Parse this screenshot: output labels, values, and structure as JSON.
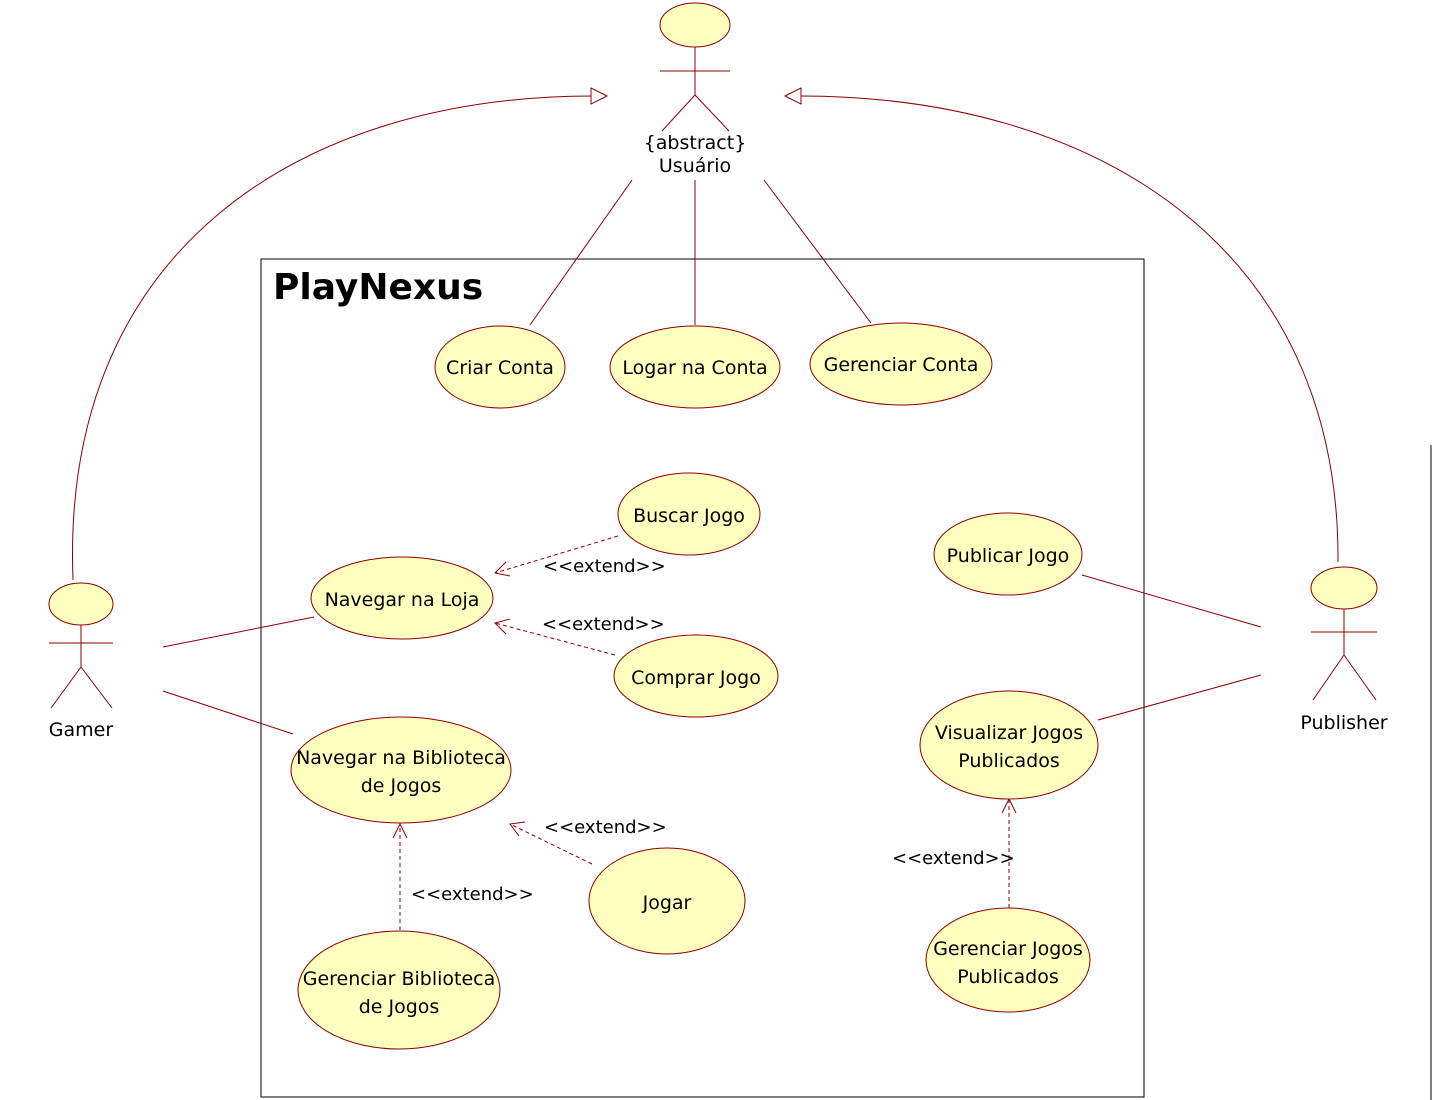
{
  "system": {
    "name": "PlayNexus"
  },
  "actors": {
    "usuario": {
      "constraint": "{abstract}",
      "name": "Usuário"
    },
    "gamer": {
      "name": "Gamer"
    },
    "publisher": {
      "name": "Publisher"
    }
  },
  "use_cases": {
    "criar_conta": [
      "Criar Conta"
    ],
    "logar_conta": [
      "Logar na Conta"
    ],
    "gerenciar_conta": [
      "Gerenciar Conta"
    ],
    "buscar_jogo": [
      "Buscar Jogo"
    ],
    "navegar_loja": [
      "Navegar na Loja"
    ],
    "comprar_jogo": [
      "Comprar Jogo"
    ],
    "navegar_biblioteca": [
      "Navegar na Biblioteca",
      "de Jogos"
    ],
    "jogar": [
      "Jogar"
    ],
    "gerenciar_biblioteca": [
      "Gerenciar Biblioteca",
      "de Jogos"
    ],
    "publicar_jogo": [
      "Publicar Jogo"
    ],
    "visualizar_publicados": [
      "Visualizar Jogos",
      "Publicados"
    ],
    "gerenciar_publicados": [
      "Gerenciar Jogos",
      "Publicados"
    ]
  },
  "stereotypes": {
    "extend_buscar": "<<extend>>",
    "extend_comprar": "<<extend>>",
    "extend_jogar": "<<extend>>",
    "extend_gerenciar_biblioteca": "<<extend>>",
    "extend_gerenciar_publicados": "<<extend>>"
  },
  "colors": {
    "use_case_fill": "#ffffc0",
    "line": "#8b0000",
    "boundary": "#000000"
  }
}
